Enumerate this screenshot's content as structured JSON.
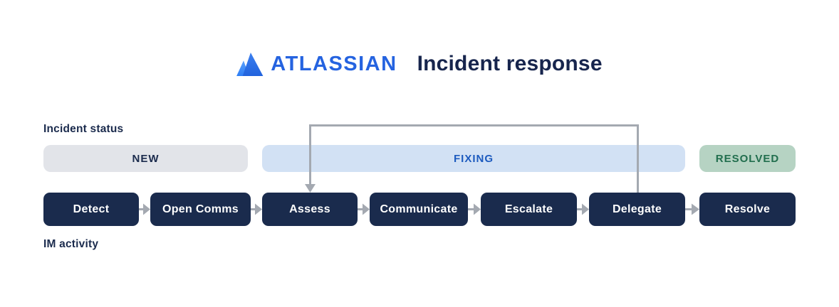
{
  "header": {
    "brand": "ATLASSIAN",
    "title": "Incident response"
  },
  "sections": {
    "incident_status": "Incident status",
    "im_activity": "IM activity"
  },
  "statuses": [
    {
      "label": "NEW",
      "bg": "#e2e4e9",
      "color": "#1b2b4d"
    },
    {
      "label": "FIXING",
      "bg": "#d2e1f4",
      "color": "#1d5bbf"
    },
    {
      "label": "RESOLVED",
      "bg": "#b6d3c3",
      "color": "#216e4e"
    }
  ],
  "activities": [
    {
      "label": "Detect"
    },
    {
      "label": "Open Comms"
    },
    {
      "label": "Assess"
    },
    {
      "label": "Communicate"
    },
    {
      "label": "Escalate"
    },
    {
      "label": "Delegate"
    },
    {
      "label": "Resolve"
    }
  ],
  "loop": {
    "from": "Delegate",
    "to": "Assess"
  },
  "colors": {
    "activity_bg": "#1a2b4d",
    "activity_text": "#ffffff",
    "connector_gray": "#a4a9b1",
    "brand_blue": "#2563e0",
    "title_navy": "#17254d"
  }
}
